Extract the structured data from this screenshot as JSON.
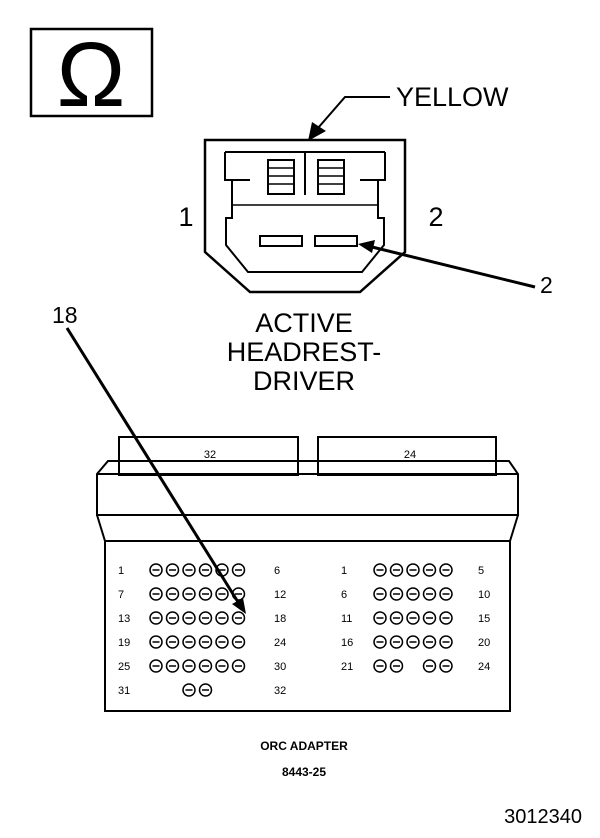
{
  "ohm_symbol": "Ω",
  "headrest_connector": {
    "wire_color": "YELLOW",
    "side_left": "1",
    "side_right": "2",
    "callout_terminal": "2",
    "name_lines": [
      "ACTIVE",
      "HEADREST-",
      "DRIVER"
    ]
  },
  "adapter": {
    "left_block_label": "32",
    "right_block_label": "24",
    "callout_pin": "18",
    "left_rows": [
      {
        "start": "1",
        "end": "6",
        "pins": [
          1,
          1,
          1,
          1,
          1,
          1
        ]
      },
      {
        "start": "7",
        "end": "12",
        "pins": [
          1,
          1,
          1,
          1,
          1,
          1
        ]
      },
      {
        "start": "13",
        "end": "18",
        "pins": [
          1,
          1,
          1,
          1,
          1,
          1
        ]
      },
      {
        "start": "19",
        "end": "24",
        "pins": [
          1,
          1,
          1,
          1,
          1,
          1
        ]
      },
      {
        "start": "25",
        "end": "30",
        "pins": [
          1,
          1,
          1,
          1,
          1,
          1
        ]
      },
      {
        "start": "31",
        "end": "32",
        "pins": [
          0,
          0,
          1,
          1,
          0,
          0
        ]
      }
    ],
    "right_rows": [
      {
        "start": "1",
        "end": "5",
        "pins": [
          1,
          1,
          1,
          1,
          1
        ]
      },
      {
        "start": "6",
        "end": "10",
        "pins": [
          1,
          1,
          1,
          1,
          1
        ]
      },
      {
        "start": "11",
        "end": "15",
        "pins": [
          1,
          1,
          1,
          1,
          1
        ]
      },
      {
        "start": "16",
        "end": "20",
        "pins": [
          1,
          1,
          1,
          1,
          1
        ]
      },
      {
        "start": "21",
        "end": "24",
        "pins": [
          1,
          1,
          0,
          1,
          1
        ]
      }
    ],
    "title": "ORC ADAPTER",
    "part_number": "8443-25"
  },
  "figure_id": "3012340"
}
